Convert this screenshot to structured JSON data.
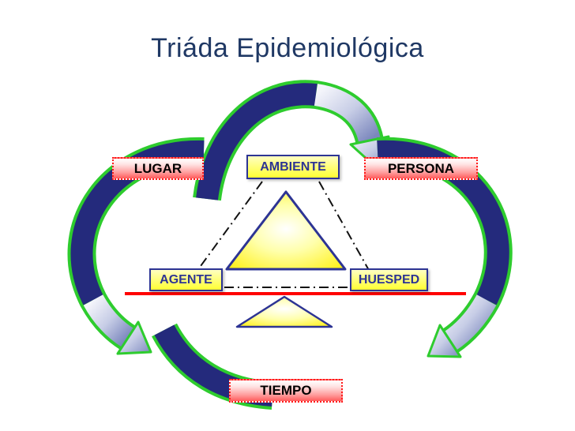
{
  "slide": {
    "title": "Triáda Epidemiológica"
  },
  "diagram": {
    "outer_labels": {
      "lugar": "LUGAR",
      "persona": "PERSONA",
      "tiempo": "TIEMPO"
    },
    "triad_labels": {
      "ambiente": "AMBIENTE",
      "agente": "AGENTE",
      "huesped": "HUESPED"
    },
    "colors": {
      "title_text": "#1f3864",
      "arrow_navy": "#242a7c",
      "arrow_outline_green": "#2ecc2e",
      "arrow_silver_light": "#f4f5fb",
      "arrow_silver_dark": "#7b87bd",
      "triangle_yellow": "#ffee00",
      "triad_box_border": "#2d3494",
      "outer_box_border_red": "#ff1a1a",
      "balance_line_red": "#ff0000",
      "dash_line_black": "#111111"
    }
  }
}
